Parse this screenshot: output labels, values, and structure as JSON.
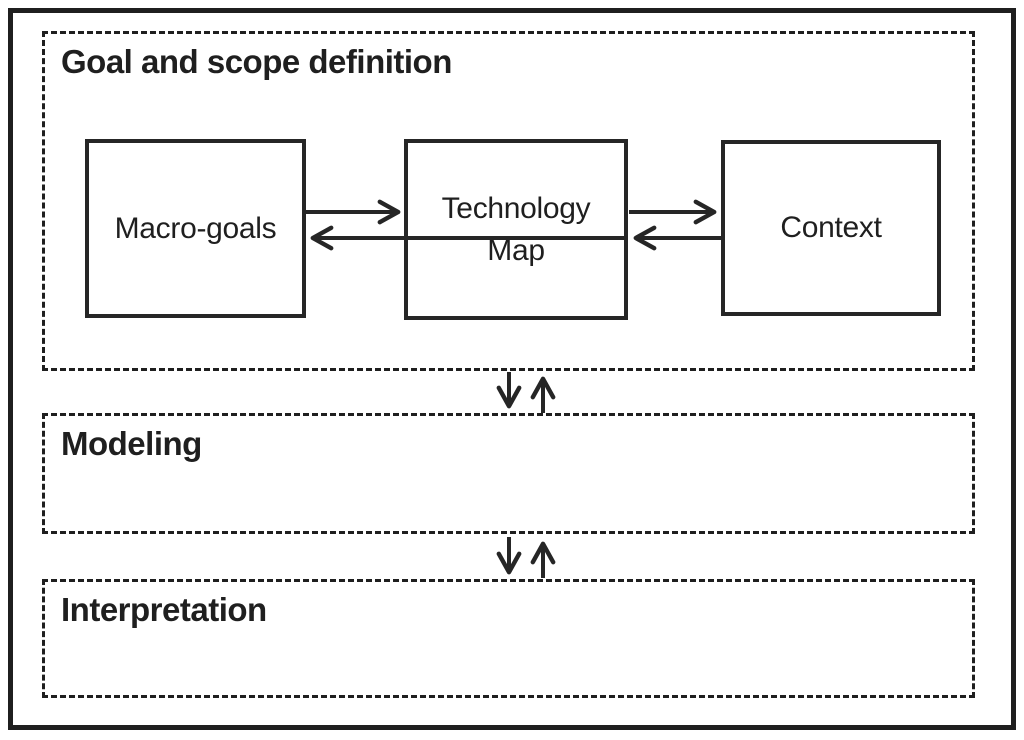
{
  "page": {
    "background_color": "#ffffff",
    "ink_color": "#1f1f1f"
  },
  "sections": [
    {
      "id": "goal-scope",
      "label": "Goal and scope definition"
    },
    {
      "id": "modeling",
      "label": "Modeling"
    },
    {
      "id": "interpretation",
      "label": "Interpretation"
    }
  ],
  "nodes": [
    {
      "id": "macro-goals",
      "label": "Macro-goals"
    },
    {
      "id": "technology-map",
      "label": "Technology Map"
    },
    {
      "id": "context",
      "label": "Context"
    }
  ],
  "connections": [
    {
      "from": "macro-goals",
      "to": "technology-map",
      "style": "arrow",
      "orientation": "horizontal"
    },
    {
      "from": "technology-map",
      "to": "macro-goals",
      "style": "arrow",
      "orientation": "horizontal"
    },
    {
      "from": "technology-map",
      "to": "context",
      "style": "arrow",
      "orientation": "horizontal"
    },
    {
      "from": "context",
      "to": "technology-map",
      "style": "arrow",
      "orientation": "horizontal"
    },
    {
      "from": "goal-scope",
      "to": "modeling",
      "style": "arrow",
      "orientation": "vertical"
    },
    {
      "from": "modeling",
      "to": "goal-scope",
      "style": "arrow",
      "orientation": "vertical"
    },
    {
      "from": "modeling",
      "to": "interpretation",
      "style": "arrow",
      "orientation": "vertical"
    },
    {
      "from": "interpretation",
      "to": "modeling",
      "style": "arrow",
      "orientation": "vertical"
    }
  ]
}
